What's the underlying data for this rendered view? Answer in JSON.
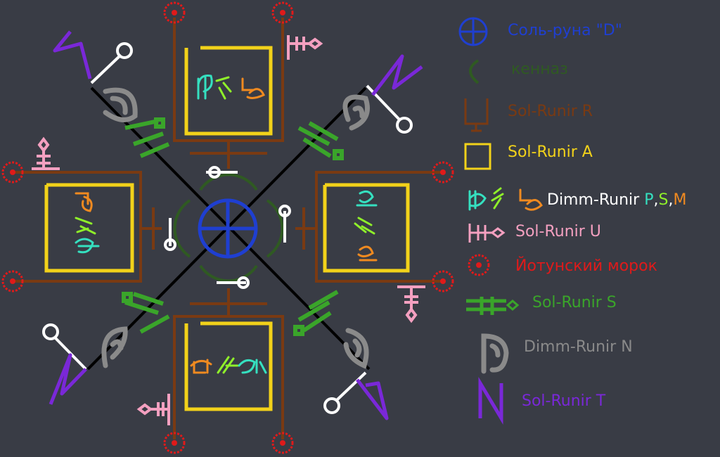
{
  "colors": {
    "background": "#393c45",
    "sol_runa": "#1f3fd1",
    "kennaz": "#2f5a22",
    "sol_runir_r": "#7a3a12",
    "sol_runir_a": "#f2d21a",
    "dimm_p": "#35e0c0",
    "dimm_s": "#8ff02a",
    "dimm_m": "#f08a20",
    "sol_runir_u": "#f4a0c0",
    "jotun": "#e01a1a",
    "sol_runir_s": "#3aa52a",
    "dimm_n": "#8a8a8a",
    "sol_runir_t": "#7a28d8",
    "white": "#ffffff",
    "black": "#000000"
  },
  "legend": {
    "sol_runa": "Соль-руна \"D\"",
    "kennaz": "кенназ",
    "sol_runir_r": "Sol-Runir R",
    "sol_runir_a": "Sol-Runir A",
    "dimm_psm": {
      "prefix": "Dimm-Runir ",
      "p": "P",
      "sep1": ",",
      "s": "S",
      "sep2": ",",
      "m": "M"
    },
    "sol_runir_u": "Sol-Runir U",
    "jotun": "Йотунский морок",
    "sol_runir_s": "Sol-Runir S",
    "dimm_n": "Dimm-Runir N",
    "sol_runir_t": "Sol-Runir T"
  }
}
